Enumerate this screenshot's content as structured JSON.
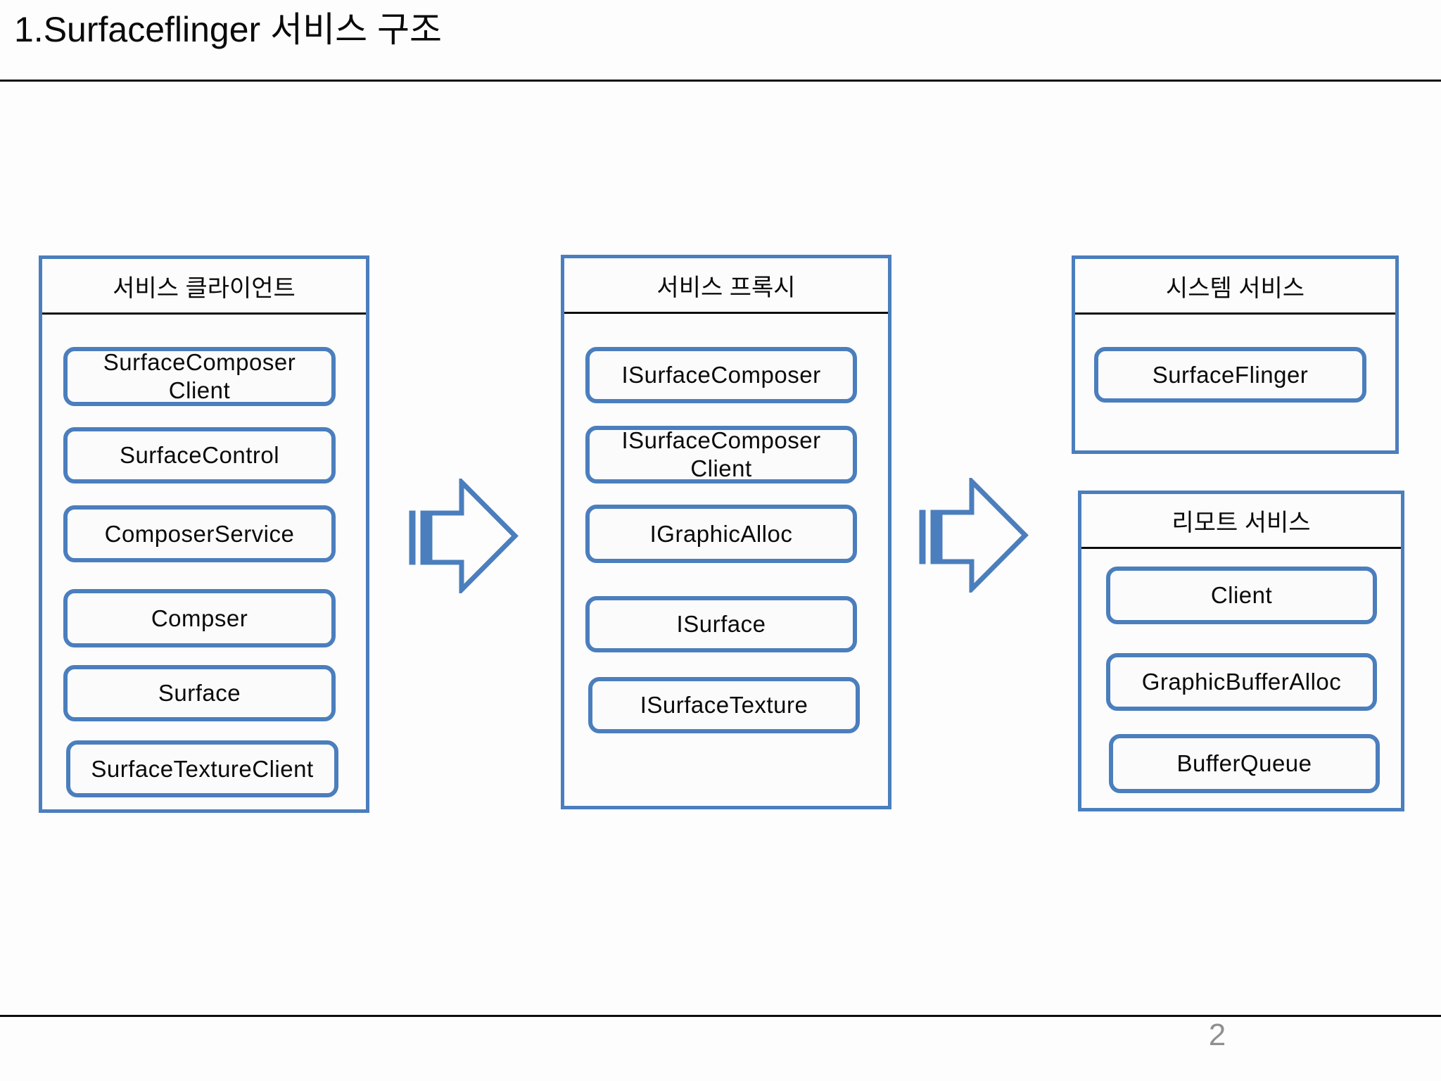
{
  "title": "1.Surfaceflinger 서비스 구조",
  "page_number": "2",
  "colors": {
    "accent_blue": "#4b7ebd",
    "rule_black": "#0d0d0d",
    "page_number_gray": "#909090",
    "node_fill": "#fbfbfb",
    "background": "#fdfdfd"
  },
  "panels": [
    {
      "header": "서비스 클라이언트",
      "items": [
        "SurfaceComposer\nClient",
        "SurfaceControl",
        "ComposerService",
        "Compser",
        "Surface",
        "SurfaceTextureClient"
      ]
    },
    {
      "header": "서비스 프록시",
      "items": [
        "ISurfaceComposer",
        "ISurfaceComposer\nClient",
        "IGraphicAlloc",
        "ISurface",
        "ISurfaceTexture"
      ]
    },
    {
      "header": "시스템 서비스",
      "items": [
        "SurfaceFlinger"
      ]
    },
    {
      "header": "리모트 서비스",
      "items": [
        "Client",
        "GraphicBufferAlloc",
        "BufferQueue"
      ]
    }
  ],
  "arrows": [
    {
      "icon": "striped-right-arrow",
      "direction": "right"
    },
    {
      "icon": "striped-right-arrow",
      "direction": "right"
    }
  ]
}
